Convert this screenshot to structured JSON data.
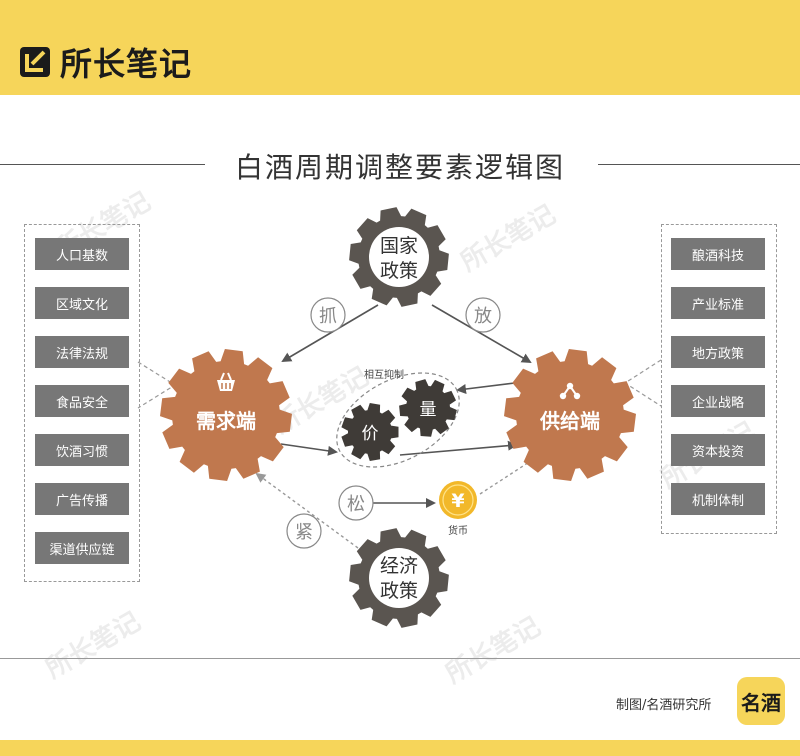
{
  "brand": {
    "name": "所长笔记",
    "logo_icon": "notebook-logo-icon"
  },
  "title": "白酒周期调整要素逻辑图",
  "left_factors": [
    "人口基数",
    "区域文化",
    "法律法规",
    "食品安全",
    "饮酒习惯",
    "广告传播",
    "渠道供应链"
  ],
  "right_factors": [
    "酿酒科技",
    "产业标准",
    "地方政策",
    "企业战略",
    "资本投资",
    "机制体制"
  ],
  "gears": {
    "national_policy": [
      "国家",
      "政策"
    ],
    "demand": "需求端",
    "supply": "供给端",
    "economic_policy": [
      "经济",
      "政策"
    ],
    "price": "价",
    "quantity": "量"
  },
  "labels": {
    "grab": "抓",
    "release": "放",
    "loose": "松",
    "tight": "紧",
    "mutual": "相互抑制",
    "currency": "货币",
    "yen": "¥"
  },
  "watermark": "所长笔记",
  "credit": "制图/名酒研究所",
  "corner_logo": "名酒",
  "colors": {
    "yellow": "#f6d55a",
    "copper": "#c0784e",
    "dark_gray": "#5a5550",
    "tag_gray": "#777777",
    "gold": "#f2b82a"
  }
}
